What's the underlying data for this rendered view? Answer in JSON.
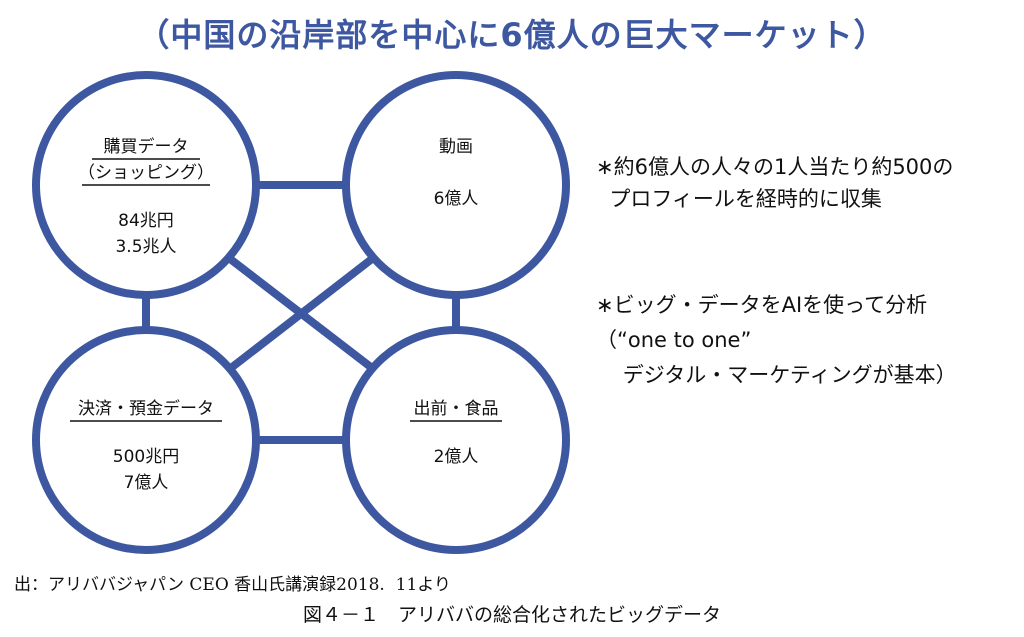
{
  "title": "（中国の沿岸部を中心に6億人の巨大マーケット）",
  "colors": {
    "title": "#3d57a0",
    "circle_stroke": "#3d57a0",
    "connector": "#3d57a0",
    "text": "#111111"
  },
  "nodes": {
    "purchase": {
      "heading_line1": "購買データ",
      "heading_line2": "（ショッピング）",
      "value_line1": "84兆円",
      "value_line2": "3.5兆人"
    },
    "video": {
      "heading": "動画",
      "value": "6億人"
    },
    "payment": {
      "heading": "決済・預金データ",
      "value_line1": "500兆円",
      "value_line2": "7億人"
    },
    "delivery": {
      "heading": "出前・食品",
      "value": "2億人"
    }
  },
  "notes": {
    "note1_line1": "∗約6億人の人々の1人当たり約500の",
    "note1_line2": "  プロフィールを経時的に収集",
    "note2_line1": "∗ビッグ・データをAIを使って分析",
    "note2_line2": "（“one to one”",
    "note2_line3": "    デジタル・マーケティングが基本）"
  },
  "source": "出：アリババジャパン CEO 香山氏講演録2018.  11より",
  "caption": "図４－１　アリババの総合化されたビッグデータ"
}
